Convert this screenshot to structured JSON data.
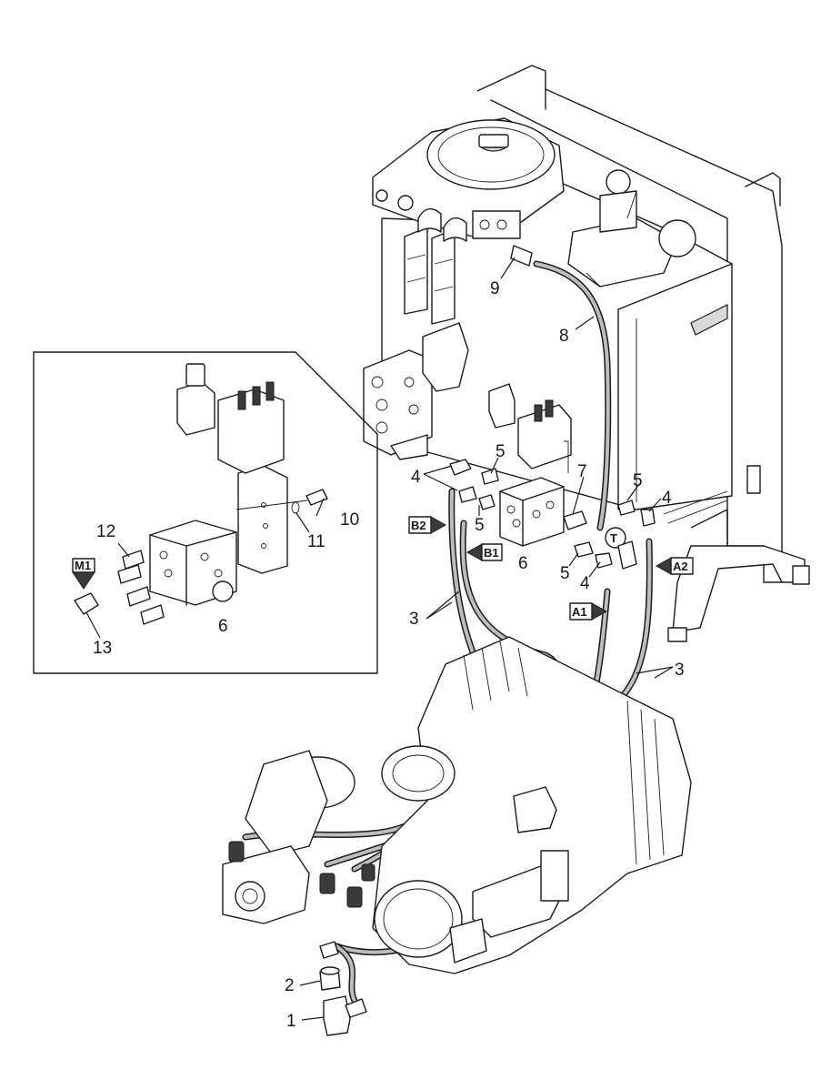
{
  "diagram": {
    "callouts": {
      "c1": "1",
      "c2": "2",
      "c3a": "3",
      "c3b": "3",
      "c4a": "4",
      "c4b": "4",
      "c4c": "4",
      "c5a": "5",
      "c5b": "5",
      "c5c": "5",
      "c5d": "5",
      "c6a": "6",
      "c6b": "6",
      "c7": "7",
      "c8": "8",
      "c9": "9",
      "c10": "10",
      "c11": "11",
      "c12": "12",
      "c13": "13"
    },
    "port_tags": {
      "b2": "B2",
      "b1": "B1",
      "a1": "A1",
      "a2": "A2",
      "m1": "M1",
      "t": "T"
    }
  }
}
